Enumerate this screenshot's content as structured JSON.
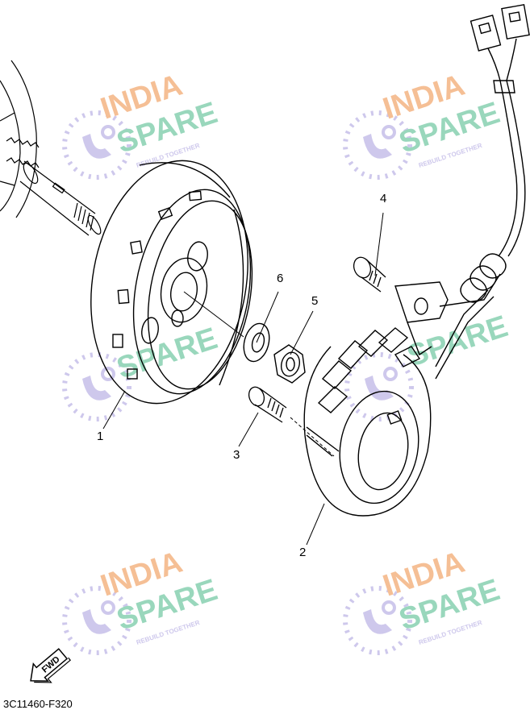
{
  "diagram": {
    "code": "3C11460-F320",
    "fwd_label": "FWD",
    "callouts": [
      "1",
      "2",
      "3",
      "4",
      "5",
      "6"
    ]
  },
  "watermark": {
    "line1": "INDIA",
    "line2": "SPARE",
    "tagline": "REBUILD TOGETHER",
    "colors": {
      "orange": "#f5b98a",
      "green": "#8fd3b5",
      "purple": "#c9c3ea"
    }
  }
}
